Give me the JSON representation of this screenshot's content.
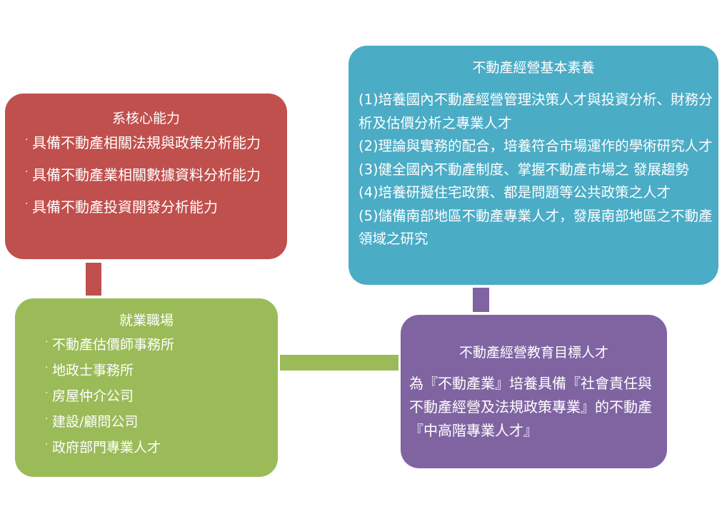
{
  "core_competence": {
    "title": "系核心能力",
    "bullet_symbol": "·",
    "items": [
      "具備不動產相關法規與政策分析能力",
      "具備不動產業相關數據資料分析能力",
      "具備不動產投資開發分析能力"
    ]
  },
  "basic_literacy": {
    "title": "不動產經營基本素養",
    "items": [
      "(1)培養國內不動產經營管理決策人才與投資分析、財務分析及估價分析之專業人才",
      "(2)理論與實務的配合，培養符合市場運作的學術研究人才",
      "(3)健全國內不動產制度、掌握不動產市場之 發展趨勢",
      "(4)培養研擬住宅政策、都是問題等公共政策之人才",
      "(5)儲備南部地區不動產專業人才，發展南部地區之不動產領域之研究"
    ]
  },
  "employment": {
    "title": "就業職場",
    "bullet_symbol": "·",
    "items": [
      "不動產估價師事務所",
      "地政士事務所",
      "房屋仲介公司",
      "建設/顧問公司",
      "政府部門專業人才"
    ]
  },
  "education_target": {
    "title": "不動產經營教育目標人才",
    "body": "為『不動產業』培養具備『社會責任與不動產經營及法規政策專業』的不動產『中高階專業人才』"
  },
  "colors": {
    "core": "#c0504d",
    "literacy": "#4bacc6",
    "employment": "#9bbb59",
    "target": "#8064a2"
  }
}
